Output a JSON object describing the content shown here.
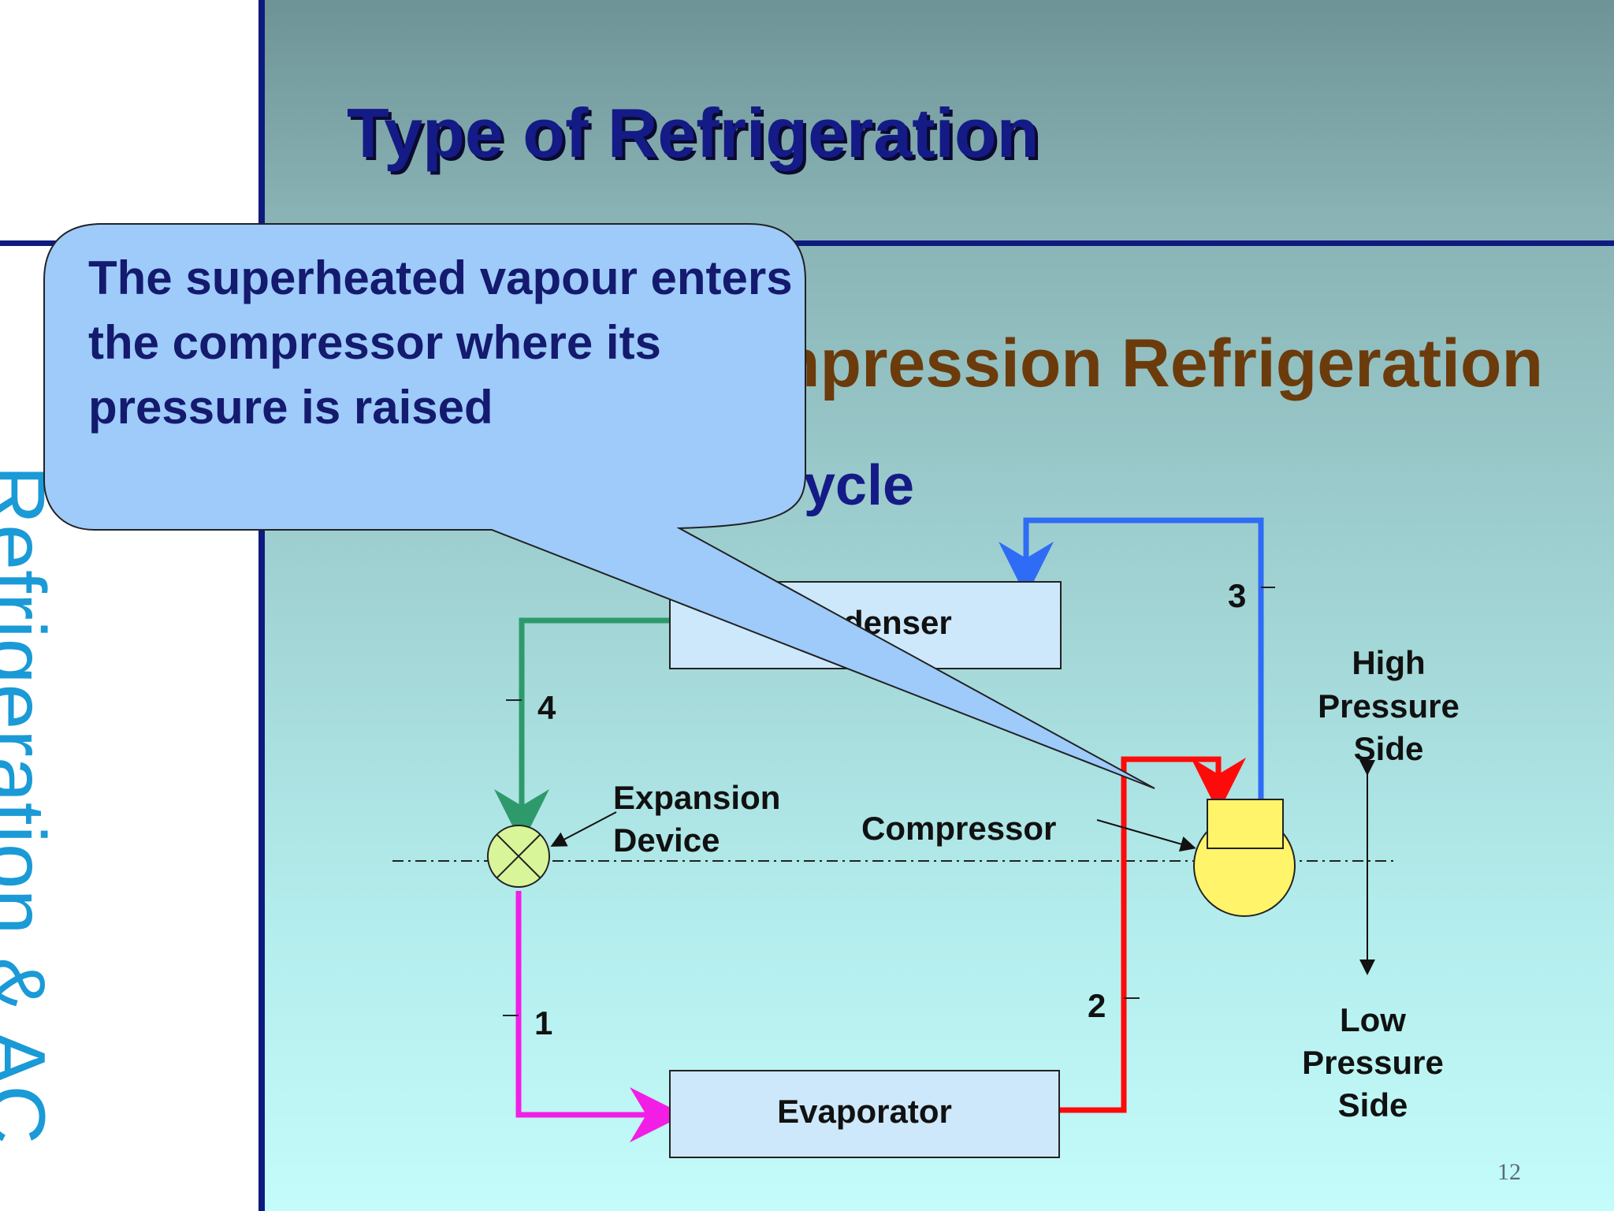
{
  "slide": {
    "title": "Type of Refrigeration",
    "subtitle": "Vapour Compression Refrigeration",
    "cycle_label": "Cycle",
    "side_title": "Refrigeration & AC",
    "page_number": "12"
  },
  "callout": {
    "text": "The superheated vapour enters the compressor where its pressure is raised"
  },
  "diagram": {
    "condenser": "Condenser",
    "evaporator": "Evaporator",
    "expansion_device_line1": "Expansion",
    "expansion_device_line2": "Device",
    "compressor": "Compressor",
    "state_points": [
      "1",
      "2",
      "3",
      "4"
    ],
    "high_side": [
      "High",
      "Pressure",
      "Side"
    ],
    "low_side": [
      "Low",
      "Pressure",
      "Side"
    ]
  },
  "colors": {
    "heading_navy": "#141b86",
    "subtitle_brown": "#6b3b0c",
    "side_blue": "#1a9ad6",
    "line_green": "#2e9a6b",
    "line_magenta": "#f21ee6",
    "line_red": "#ff0a0a",
    "line_blue": "#2f6cf5",
    "compressor_yellow": "#fff46a",
    "valve_green": "#d8f59a",
    "box_fill": "#cde8fa",
    "callout_fill": "#9ecbfa"
  }
}
